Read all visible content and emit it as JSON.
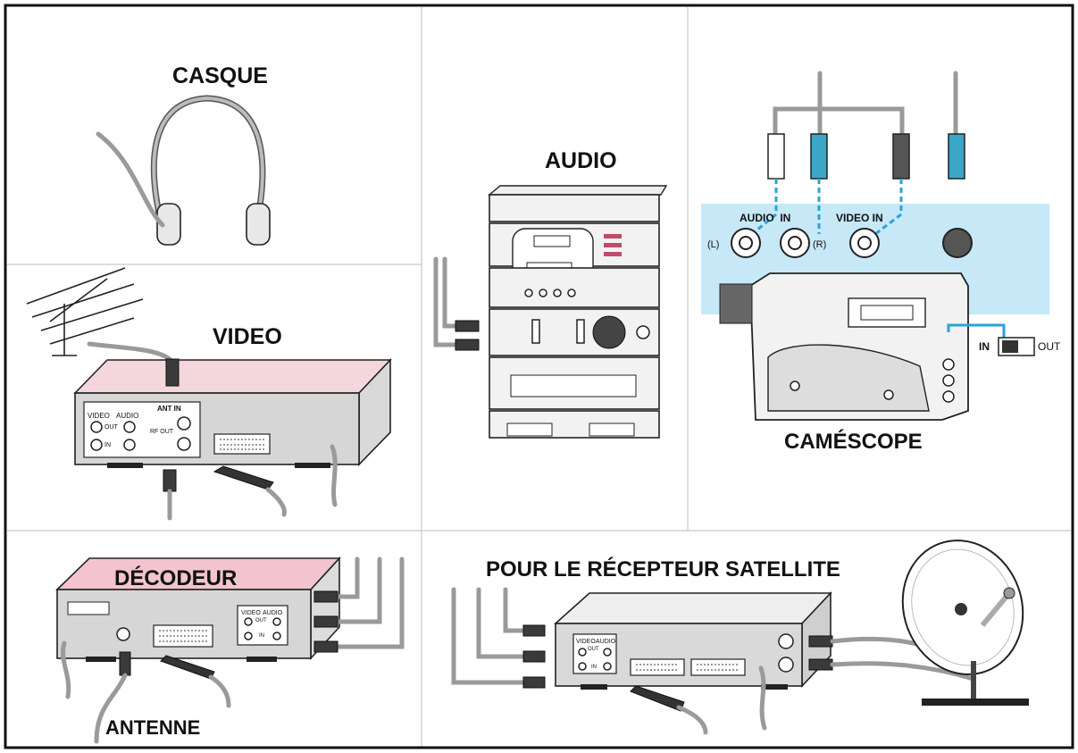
{
  "panels": {
    "casque": {
      "title": "CASQUE"
    },
    "audio": {
      "title": "AUDIO"
    },
    "camescope": {
      "title": "CAMÉSCOPE",
      "audio_in": "AUDIO  IN",
      "video_in": "VIDEO IN",
      "left": "(L)",
      "right": "(R)",
      "switch_in": "IN",
      "switch_out": "OUT"
    },
    "video": {
      "title": "VIDEO",
      "jack_video": "VIDEO",
      "jack_audio": "AUDIO",
      "jack_out": "OUT",
      "jack_in": "IN",
      "ant_in": "ANT IN",
      "rf_out": "RF OUT"
    },
    "decodeur": {
      "title": "DÉCODEUR",
      "antenne": "ANTENNE",
      "jack_video": "VIDEO",
      "jack_audio": "AUDIO",
      "jack_out": "OUT",
      "jack_in": "IN"
    },
    "satellite": {
      "title": "POUR LE RÉCEPTEUR SATELLITE",
      "jack_video": "VIDEO",
      "jack_audio": "AUDIO",
      "jack_out": "OUT",
      "jack_in": "IN"
    }
  },
  "colors": {
    "highlight_blue": "#c6e8f7",
    "plug_blue": "#3aa6c8",
    "dashed_blue": "#2aa3d8",
    "pink_top": "#f3c4cf",
    "cable_grey": "#9a9a9a"
  }
}
